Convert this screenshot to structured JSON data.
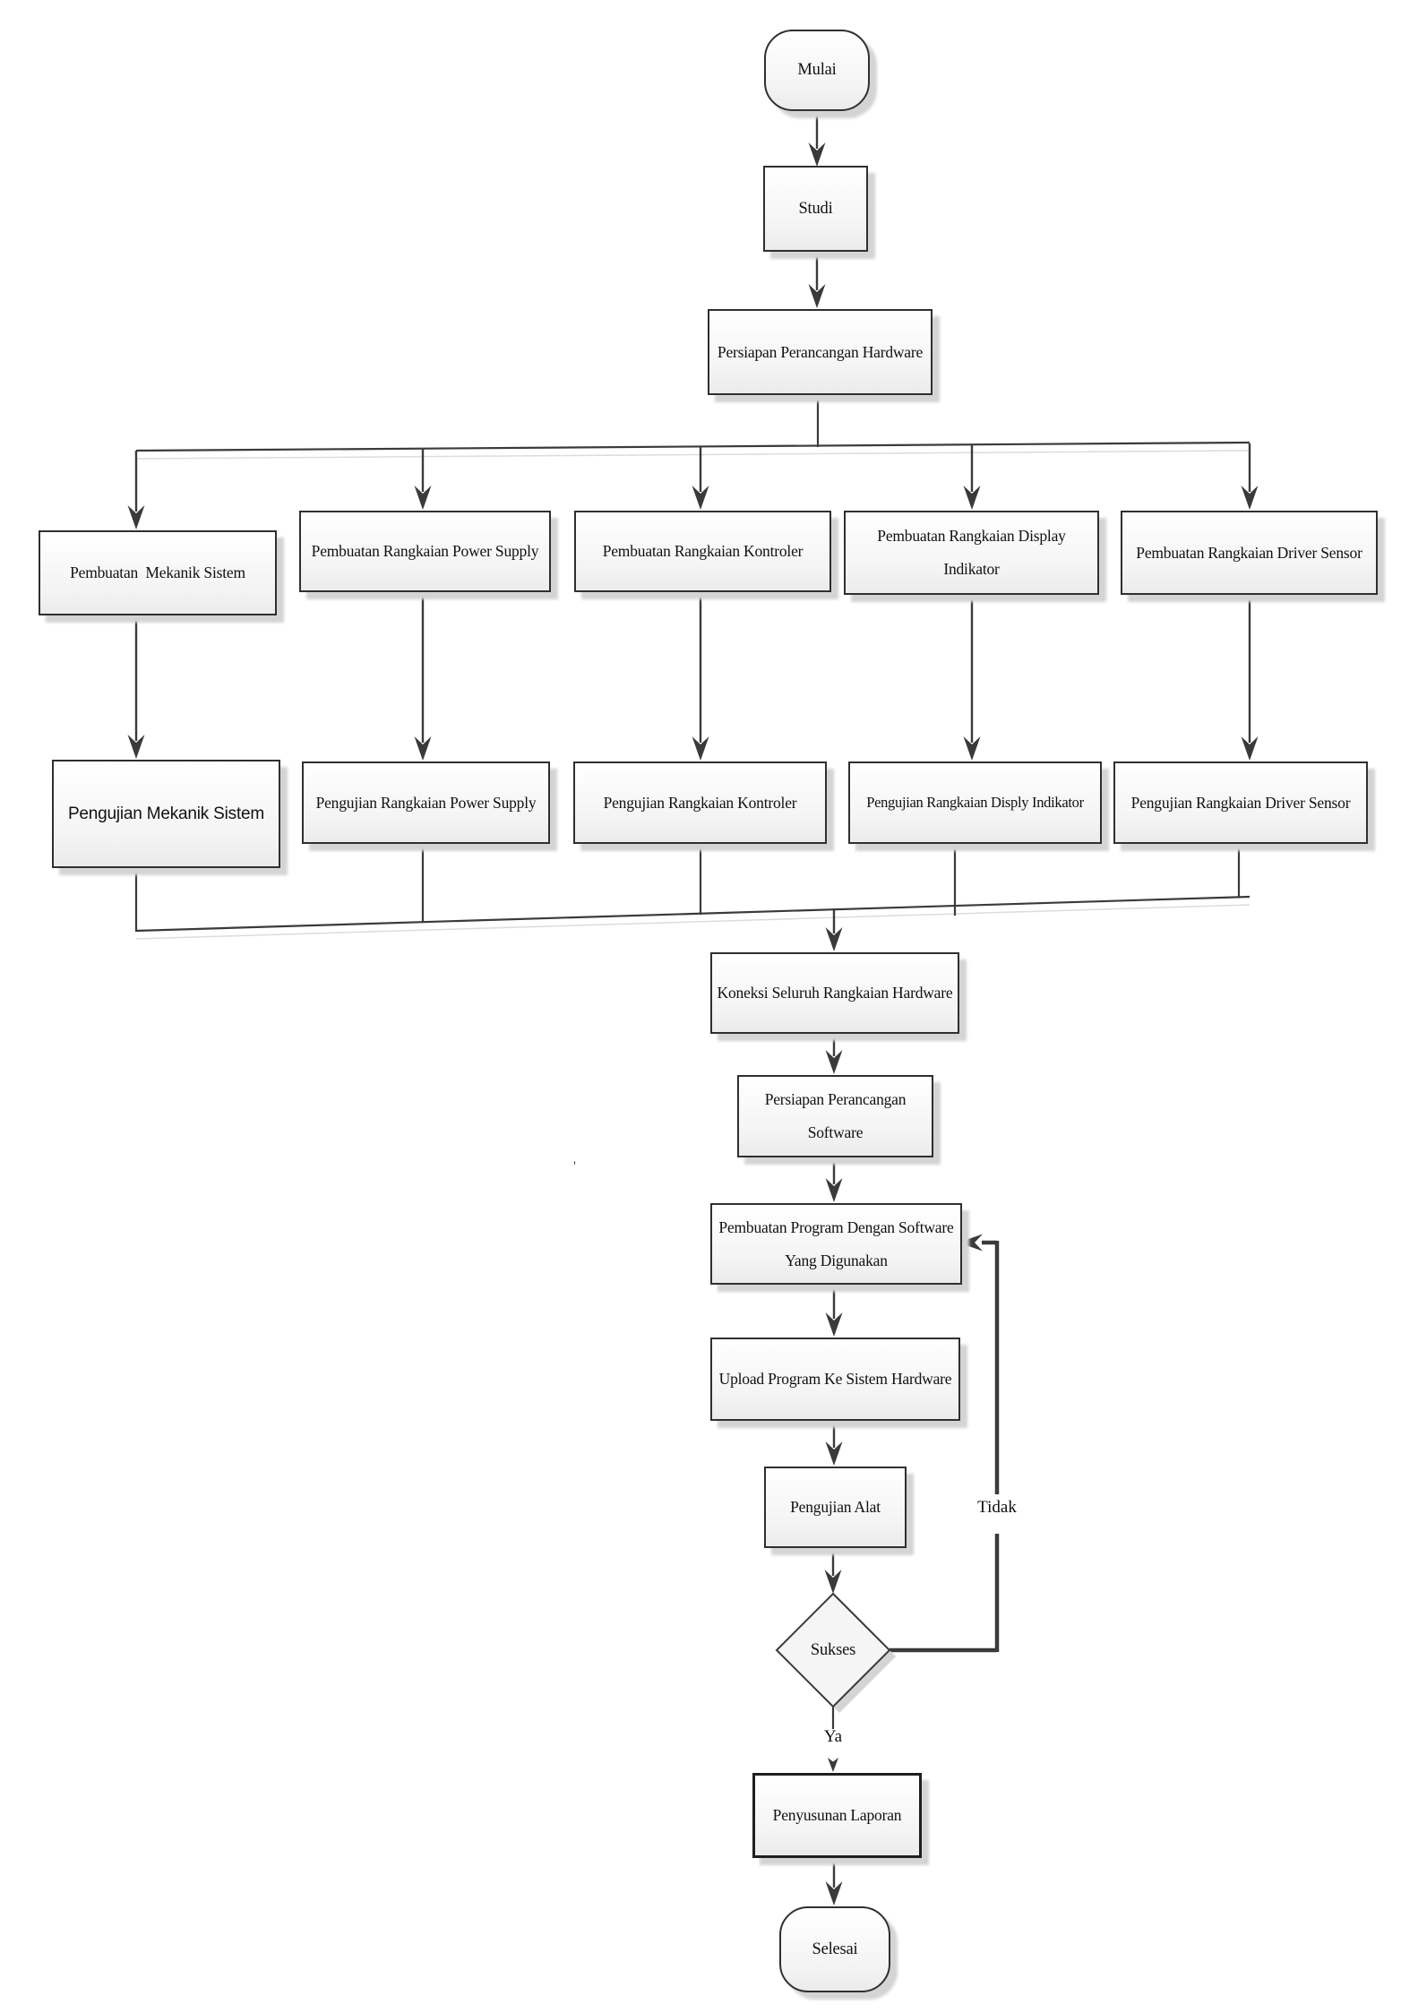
{
  "flowchart": {
    "nodes": {
      "mulai": {
        "label": "Mulai",
        "shape": "terminator"
      },
      "studi": {
        "label": "Studi",
        "shape": "process"
      },
      "persiapan_hardware": {
        "label": "Persiapan Perancangan Hardware",
        "shape": "process"
      },
      "pembuatan_mekanik": {
        "label": "Pembuatan  Mekanik Sistem",
        "shape": "process"
      },
      "pembuatan_power": {
        "label": "Pembuatan Rangkaian Power Supply",
        "shape": "process"
      },
      "pembuatan_kontroler": {
        "label": "Pembuatan Rangkaian Kontroler",
        "shape": "process"
      },
      "pembuatan_display": {
        "label": [
          "Pembuatan Rangkaian Display",
          "Indikator"
        ],
        "shape": "process"
      },
      "pembuatan_driver": {
        "label": "Pembuatan Rangkaian Driver Sensor",
        "shape": "process"
      },
      "pengujian_mekanik": {
        "label": "Pengujian Mekanik Sistem",
        "shape": "process"
      },
      "pengujian_power": {
        "label": "Pengujian Rangkaian Power Supply",
        "shape": "process"
      },
      "pengujian_kontroler": {
        "label": "Pengujian Rangkaian Kontroler",
        "shape": "process"
      },
      "pengujian_display": {
        "label": "Pengujian Rangkaian Disply Indikator",
        "shape": "process"
      },
      "pengujian_driver": {
        "label": "Pengujian Rangkaian Driver Sensor",
        "shape": "process"
      },
      "koneksi": {
        "label": "Koneksi Seluruh Rangkaian Hardware",
        "shape": "process"
      },
      "persiapan_software": {
        "label": [
          "Persiapan Perancangan",
          "Software"
        ],
        "shape": "process"
      },
      "pembuatan_program": {
        "label": [
          "Pembuatan Program Dengan Software",
          "Yang Digunakan"
        ],
        "shape": "process"
      },
      "upload_program": {
        "label": "Upload Program Ke Sistem Hardware",
        "shape": "process"
      },
      "pengujian_alat": {
        "label": "Pengujian Alat",
        "shape": "process"
      },
      "sukses": {
        "label": "Sukses",
        "shape": "decision"
      },
      "penyusunan_laporan": {
        "label": "Penyusunan Laporan",
        "shape": "process"
      },
      "selesai": {
        "label": "Selesai",
        "shape": "terminator"
      }
    },
    "edge_labels": {
      "tidak": "Tidak",
      "ya": "Ya"
    },
    "artifacts": {
      "stray_mark": "'"
    },
    "colors": {
      "line": "#3a3a3a",
      "box_border": "#2f2f2f",
      "box_fill_top": "#ffffff",
      "box_fill_bottom": "#ebebeb",
      "shadow": "#d4d4d4",
      "echo_line": "#dcdcdc",
      "text": "#111111"
    }
  }
}
